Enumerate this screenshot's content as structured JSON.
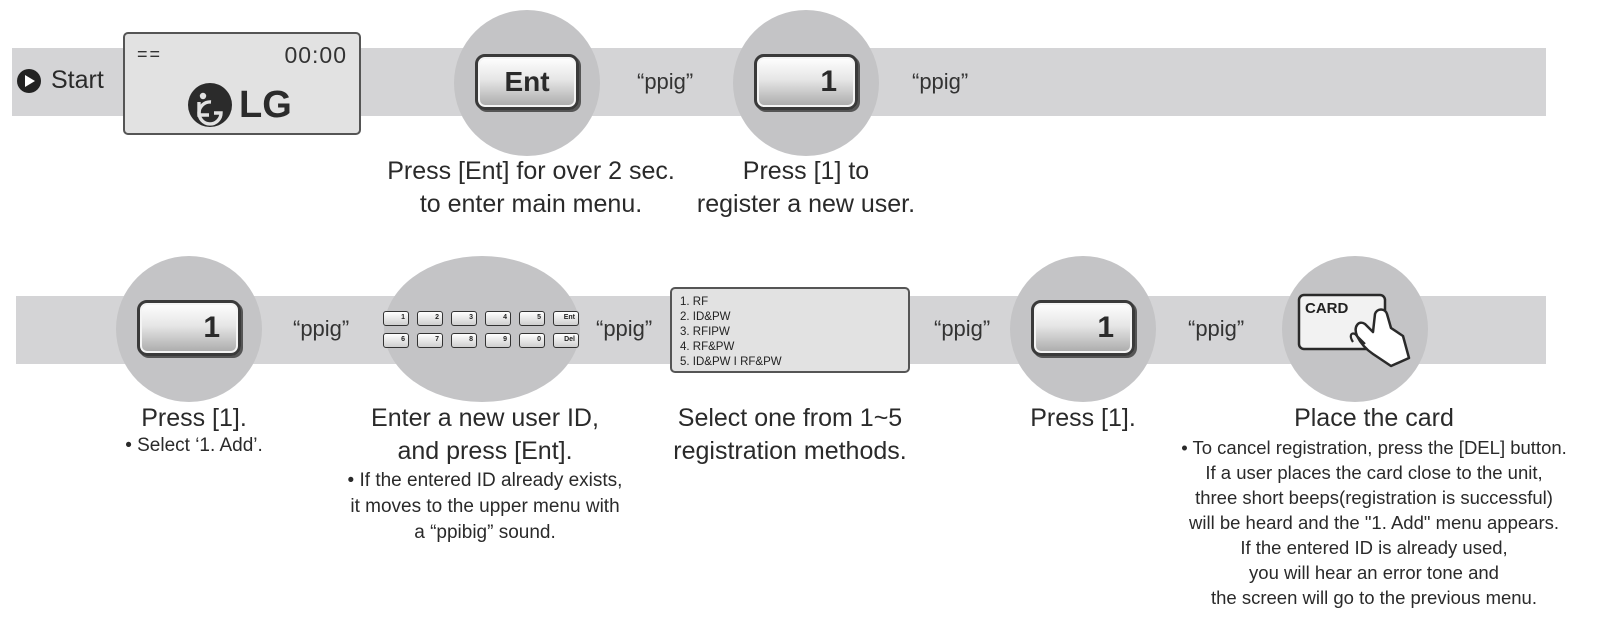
{
  "start_label": "Start",
  "lcd": {
    "indicator": "==",
    "time": "00:00",
    "logo_text": "LG"
  },
  "row1": {
    "ent_key": "Ent",
    "one_key": "1",
    "sound_a": "“ppig”",
    "sound_b": "“ppig”",
    "caption_ent": [
      "Press [Ent] for over 2 sec.",
      "to enter main menu."
    ],
    "caption_one": [
      "Press [1] to",
      "register a new user."
    ]
  },
  "row2": {
    "key_one_a": "1",
    "key_one_b": "1",
    "sound_1": "“ppig”",
    "sound_2": "“ppig”",
    "sound_3": "“ppig”",
    "sound_4": "“ppig”",
    "keypad_top": [
      "1",
      "2",
      "3",
      "4",
      "5",
      "Ent"
    ],
    "keypad_bottom": [
      "6",
      "7",
      "8",
      "9",
      "0",
      "Del"
    ],
    "menu_items": [
      "1. RF",
      "2. ID&PW",
      "3. RFIPW",
      "4. RF&PW",
      "5. ID&PW I RF&PW"
    ],
    "card_label": "CARD",
    "cap_press1": {
      "main": "Press [1].",
      "sub": "• Select ‘1. Add’."
    },
    "cap_enter": {
      "main": [
        "Enter a new user ID,",
        "and press [Ent]."
      ],
      "sub": [
        "• If the entered ID already exists,",
        "it moves to the upper menu with",
        "a “ppibig” sound."
      ]
    },
    "cap_select": [
      "Select one from 1~5",
      "registration methods."
    ],
    "cap_press1b": "Press [1].",
    "cap_card": {
      "main": "Place the card",
      "sub": [
        "• To cancel registration, press the [DEL] button.",
        "If a user places the card close to the unit,",
        "three short beeps(registration is successful)",
        "will be heard and the \"1. Add\" menu appears.",
        "If the entered ID is already used,",
        "you will hear an error tone and",
        "the screen will go to the previous menu."
      ]
    }
  }
}
